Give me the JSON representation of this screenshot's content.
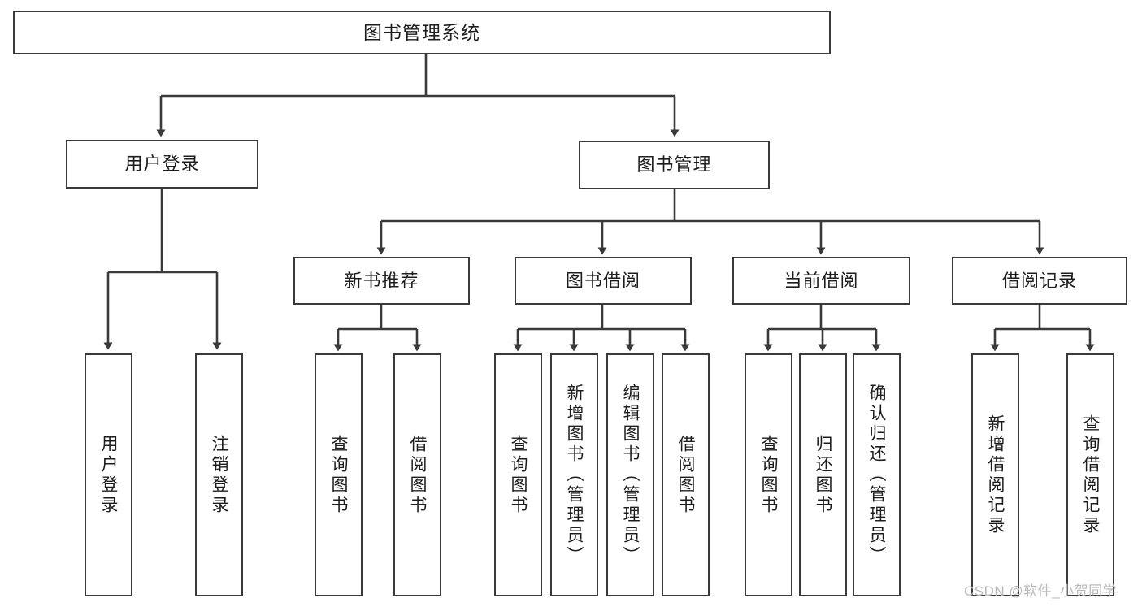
{
  "diagram": {
    "title": "图书管理系统",
    "type": "tree-hierarchy",
    "watermark": "CSDN @软件_小贺同学",
    "colors": {
      "stroke": "#3a3a3a",
      "fill": "#ffffff",
      "text": "#1d1d1d",
      "watermark": "#b9b9b9"
    },
    "root": {
      "label": "图书管理系统"
    },
    "level1": [
      {
        "id": "user-login",
        "label": "用户登录"
      },
      {
        "id": "book-manage",
        "label": "图书管理"
      }
    ],
    "level2": [
      {
        "id": "new-book-rec",
        "label": "新书推荐",
        "parent": "book-manage"
      },
      {
        "id": "book-borrow",
        "label": "图书借阅",
        "parent": "book-manage"
      },
      {
        "id": "current-borrow",
        "label": "当前借阅",
        "parent": "book-manage"
      },
      {
        "id": "borrow-record",
        "label": "借阅记录",
        "parent": "book-manage"
      }
    ],
    "leaves": {
      "user-login": [
        {
          "id": "leaf-user-login",
          "label": "用户登录"
        },
        {
          "id": "leaf-logout-login",
          "label": "注销登录"
        }
      ],
      "new-book-rec": [
        {
          "id": "leaf-query-book-1",
          "label": "查询图书"
        },
        {
          "id": "leaf-borrow-book-1",
          "label": "借阅图书"
        }
      ],
      "book-borrow": [
        {
          "id": "leaf-query-book-2",
          "label": "查询图书"
        },
        {
          "id": "leaf-add-book",
          "label": "新增图书（管理员）"
        },
        {
          "id": "leaf-edit-book",
          "label": "编辑图书（管理员）"
        },
        {
          "id": "leaf-borrow-book-2",
          "label": "借阅图书"
        }
      ],
      "current-borrow": [
        {
          "id": "leaf-query-book-3",
          "label": "查询图书"
        },
        {
          "id": "leaf-return-book",
          "label": "归还图书"
        },
        {
          "id": "leaf-confirm-return",
          "label": "确认归还（管理员）"
        }
      ],
      "borrow-record": [
        {
          "id": "leaf-add-record",
          "label": "新增借阅记录"
        },
        {
          "id": "leaf-query-record",
          "label": "查询借阅记录"
        }
      ]
    }
  }
}
